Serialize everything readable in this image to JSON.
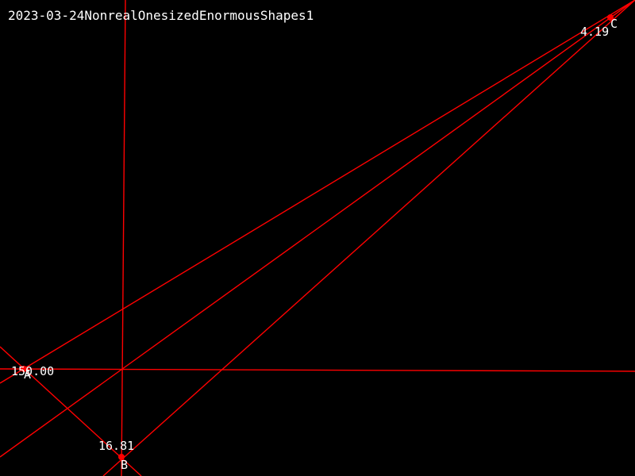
{
  "title": "2023-03-24NonrealOnesizedEnormousShapes1",
  "colors": {
    "background": "#000000",
    "line": "#ff0000",
    "text": "#ffffff"
  },
  "points": {
    "A": {
      "label": "A"
    },
    "B": {
      "label": "B"
    },
    "C": {
      "label": "C"
    }
  },
  "measurements": {
    "angle_A": "150.00",
    "angle_B": "16.81",
    "angle_C": "4.19"
  }
}
